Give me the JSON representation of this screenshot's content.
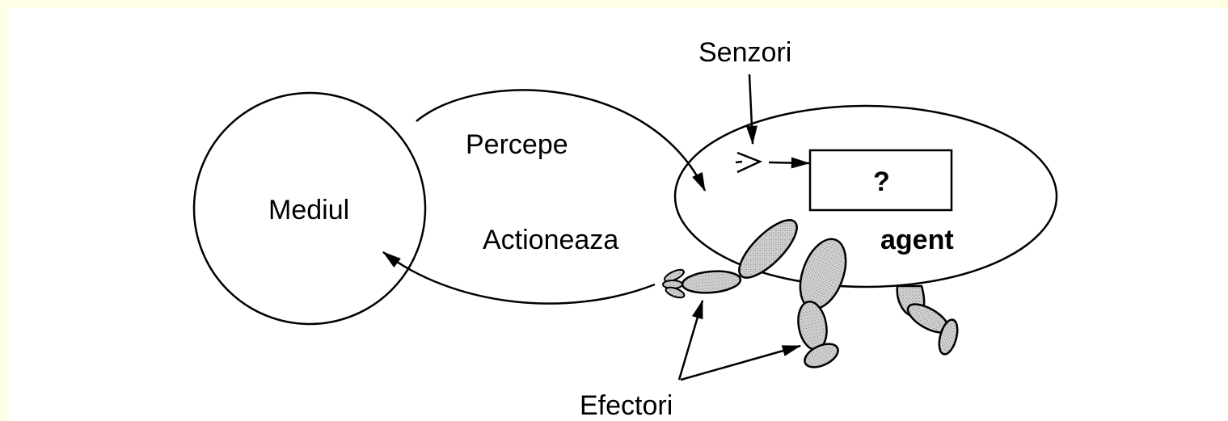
{
  "diagram": {
    "labels": {
      "environment": "Mediul",
      "percepts": "Percepe",
      "actions": "Actioneaza",
      "sensors": "Senzori",
      "effectors": "Efectori",
      "agent": "agent",
      "unknown_box": "?"
    },
    "colors": {
      "page_background": "#ffffe6",
      "canvas": "#ffffff",
      "stroke": "#000000",
      "limb_fill": "#cfcfcf"
    }
  }
}
